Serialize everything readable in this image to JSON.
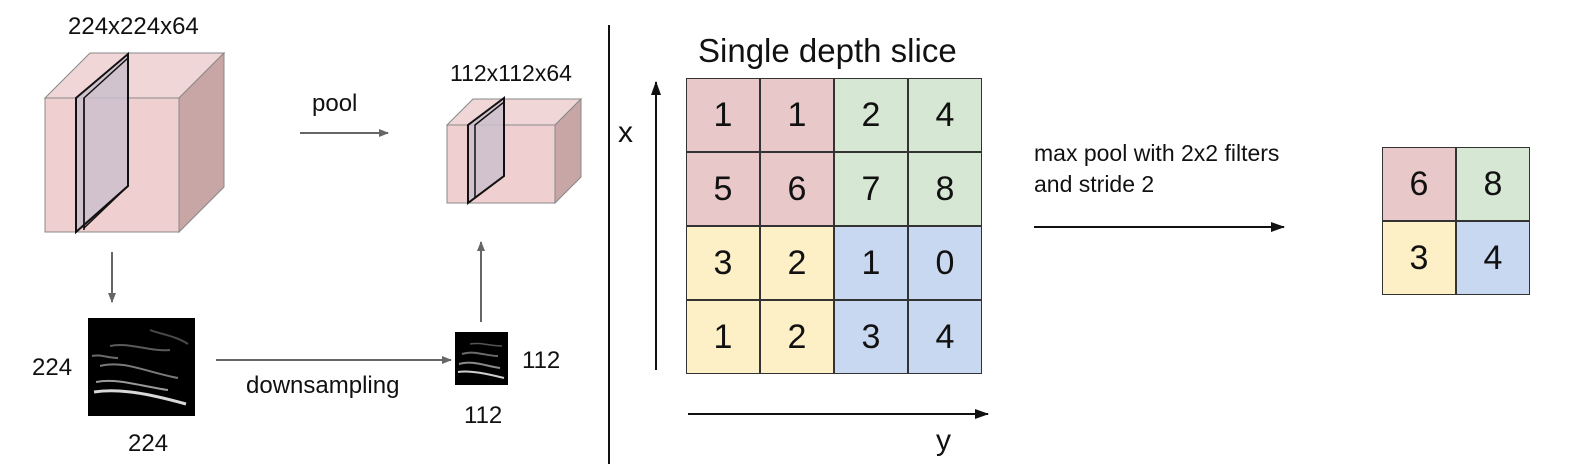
{
  "labels": {
    "big_dims": "224x224x64",
    "small_dims": "112x112x64",
    "pool": "pool",
    "big_side": "224",
    "big_bottom": "224",
    "downsampling": "downsampling",
    "small_side": "112",
    "small_bottom": "112",
    "slice_title": "Single depth slice",
    "axis_x": "x",
    "axis_y": "y",
    "op_line1": "max pool with 2x2 filters",
    "op_line2": "and stride 2"
  },
  "grid": [
    [
      1,
      1,
      2,
      4
    ],
    [
      5,
      6,
      7,
      8
    ],
    [
      3,
      2,
      1,
      0
    ],
    [
      1,
      2,
      3,
      4
    ]
  ],
  "output": [
    [
      6,
      8
    ],
    [
      3,
      4
    ]
  ],
  "colors": {
    "red": "#e8c8c8",
    "green": "#d6e8d3",
    "yellow": "#fdf0c7",
    "blue": "#c8d8f0",
    "cube_front": "#efcfcf",
    "cube_top": "#f0d6d6",
    "cube_side": "#c9a6a6",
    "slice": "#cbc0cd"
  }
}
